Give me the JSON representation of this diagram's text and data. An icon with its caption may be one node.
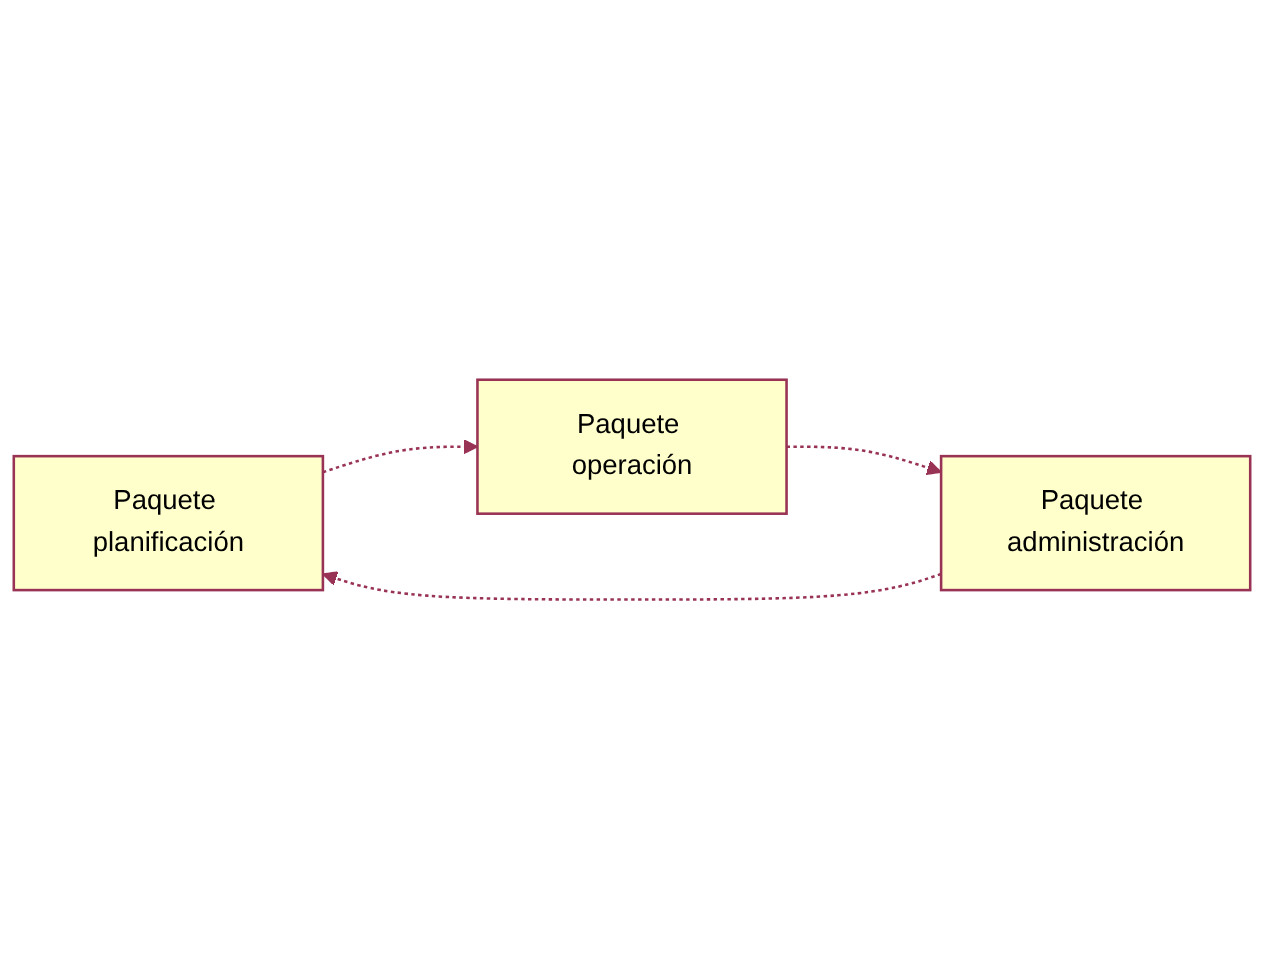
{
  "diagram": {
    "nodes": [
      {
        "text": [
          "Paquete planificación"
        ]
      },
      {
        "text": [
          "Paquete operación"
        ]
      },
      {
        "text": [
          "Paquete administración"
        ]
      }
    ],
    "edges": [
      {
        "from": 0,
        "to": 1,
        "arrow": "to",
        "style": "dashed"
      },
      {
        "from": 1,
        "to": 2,
        "arrow": "to",
        "style": "dashed"
      },
      {
        "from": 2,
        "to": 0,
        "arrow": "to",
        "style": "dashed"
      }
    ]
  }
}
